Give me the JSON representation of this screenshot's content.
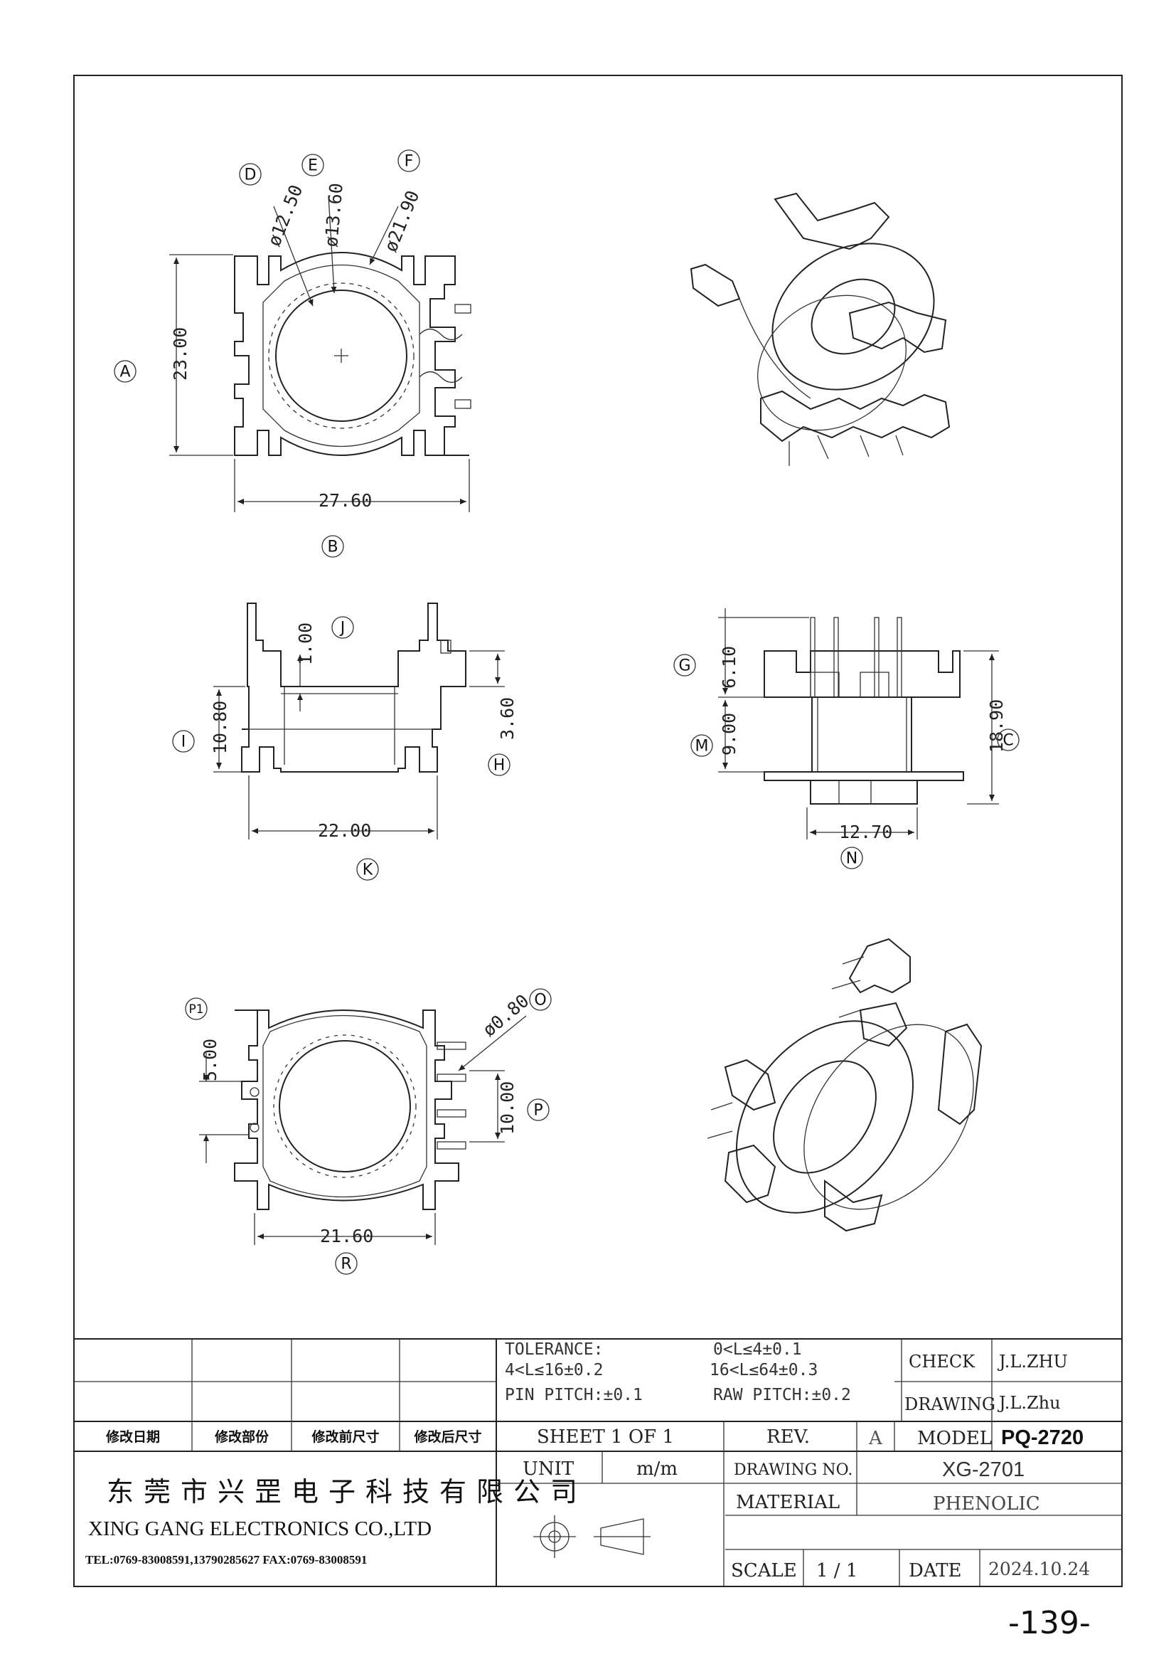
{
  "top_view": {
    "labels": [
      "D",
      "E",
      "F",
      "A",
      "B"
    ],
    "dims": {
      "d": "ø12.50",
      "e": "ø13.60",
      "f": "ø21.90",
      "height": "23.00",
      "width": "27.60"
    }
  },
  "side_view": {
    "labels": [
      "J",
      "I",
      "H",
      "K"
    ],
    "dims": {
      "top": "1.00",
      "left": "10.80",
      "right": "3.60",
      "width": "22.00"
    }
  },
  "front_view": {
    "labels": [
      "G",
      "M",
      "C",
      "N"
    ],
    "dims": {
      "g": "6.10",
      "m": "9.00",
      "c": "18.90",
      "n": "12.70"
    }
  },
  "bottom_view": {
    "labels": [
      "P1",
      "O",
      "P",
      "R"
    ],
    "dims": {
      "p1": "5.00",
      "o": "ø0.80",
      "p": "10.00",
      "r": "21.60"
    }
  },
  "title_block": {
    "tolerance_label": "TOLERANCE:",
    "tol1": "0<L≤4±0.1",
    "tol2": "4<L≤16±0.2",
    "tol3": "16<L≤64±0.3",
    "pin_pitch": "PIN PITCH:±0.1",
    "raw_pitch": "RAW PITCH:±0.2",
    "check_label": "CHECK",
    "check_value": "J.L.ZHU",
    "drawing_label": "DRAWING",
    "drawing_value": "J.L.Zhu",
    "rev_headers": [
      "修改日期",
      "修改部份",
      "修改前尺寸",
      "修改后尺寸"
    ],
    "sheet": "SHEET 1 OF 1",
    "rev_label": "REV.",
    "rev_value": "A",
    "model_label": "MODEL",
    "model_value": "PQ-2720",
    "company_cn": "东莞市兴罡电子科技有限公司",
    "company_en": "XING GANG  ELECTRONICS CO.,LTD",
    "tel": "TEL:0769-83008591,13790285627 FAX:0769-83008591",
    "unit_label": "UNIT",
    "unit_value": "m/m",
    "drawing_no_label": "DRAWING NO.",
    "drawing_no_value": "XG-2701",
    "material_label": "MATERIAL",
    "material_value": "PHENOLIC",
    "scale_label": "SCALE",
    "scale_value": "1 / 1",
    "date_label": "DATE",
    "date_value": "2024.10.24"
  },
  "page_number": "-139-"
}
